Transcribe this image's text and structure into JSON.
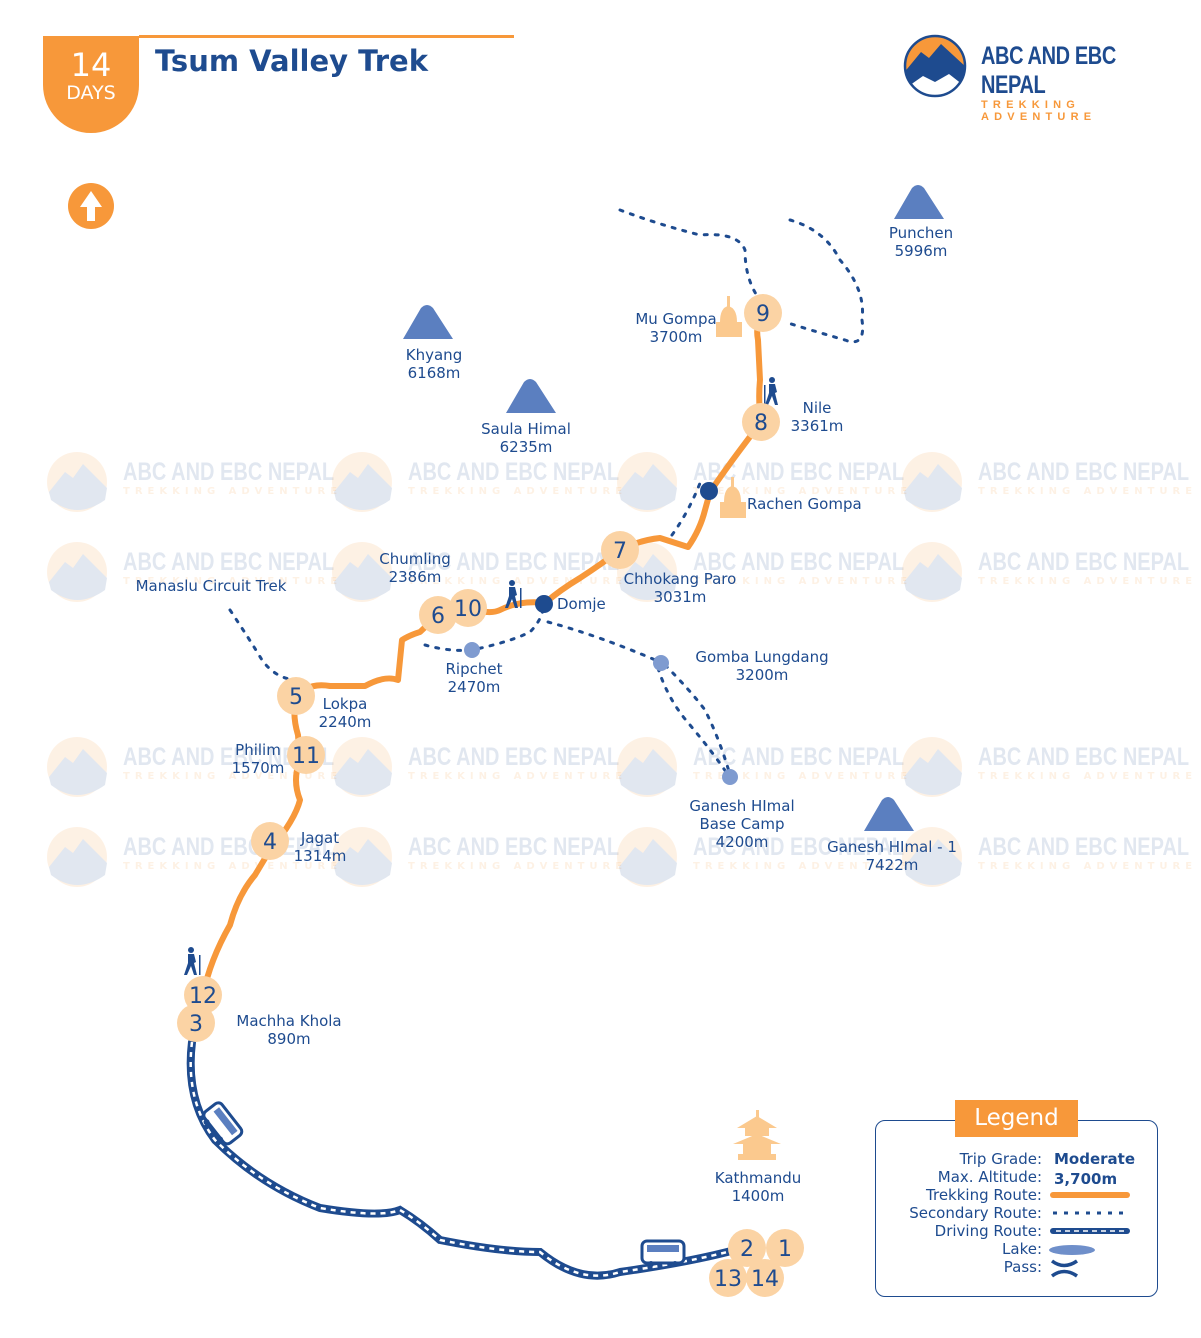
{
  "header": {
    "days_number": "14",
    "days_label": "DAYS",
    "title": "Tsum Valley Trek"
  },
  "logo": {
    "name": "ABC AND EBC NEPAL",
    "tagline": "TREKKING ADVENTURE"
  },
  "colors": {
    "trek": "#f7983a",
    "primary": "#1e4b8f",
    "marker": "#fbd3a4",
    "mountain": "#5b7fc0",
    "secondary_point": "#7f9bd0"
  },
  "icons": {
    "north": "north-arrow-icon",
    "mountain": "mountain-icon",
    "gompa": "stupa-icon",
    "hiker": "hiker-icon",
    "bus": "bus-icon",
    "pagoda": "pagoda-icon"
  },
  "places": {
    "punchen": {
      "name": "Punchen",
      "alt": "5996m"
    },
    "khyang": {
      "name": "Khyang",
      "alt": "6168m"
    },
    "saula": {
      "name": "Saula Himal",
      "alt": "6235m"
    },
    "mu_gompa": {
      "name": "Mu Gompa",
      "alt": "3700m"
    },
    "nile": {
      "name": "Nile",
      "alt": "3361m"
    },
    "rachen": {
      "name": "Rachen Gompa"
    },
    "chumling": {
      "name": "Chumling",
      "alt": "2386m"
    },
    "manaslu": {
      "name": "Manaslu Circuit Trek"
    },
    "chhokang": {
      "name": "Chhokang Paro",
      "alt": "3031m"
    },
    "domje": {
      "name": "Domje"
    },
    "gomba": {
      "name": "Gomba Lungdang",
      "alt": "3200m"
    },
    "ripchet": {
      "name": "Ripchet",
      "alt": "2470m"
    },
    "lokpa": {
      "name": "Lokpa",
      "alt": "2240m"
    },
    "philim": {
      "name": "Philim",
      "alt": "1570m"
    },
    "jagat": {
      "name": "Jagat",
      "alt": "1314m"
    },
    "ganesh_bc": {
      "name1": "Ganesh HImal",
      "name2": "Base Camp",
      "alt": "4200m"
    },
    "ganesh1": {
      "name": "Ganesh HImal - 1",
      "alt": "7422m"
    },
    "machha": {
      "name": "Machha Khola",
      "alt": "890m"
    },
    "kathmandu": {
      "name": "Kathmandu",
      "alt": "1400m"
    }
  },
  "day_markers": [
    "9",
    "8",
    "7",
    "6",
    "10",
    "5",
    "11",
    "4",
    "12",
    "3",
    "2",
    "1",
    "13",
    "14"
  ],
  "legend": {
    "title": "Legend",
    "trip_grade_label": "Trip Grade:",
    "trip_grade": "Moderate",
    "max_alt_label": "Max. Altitude:",
    "max_alt": "3,700m",
    "trekking": "Trekking Route:",
    "secondary": "Secondary Route:",
    "driving": "Driving Route:",
    "lake": "Lake:",
    "pass": "Pass:"
  }
}
